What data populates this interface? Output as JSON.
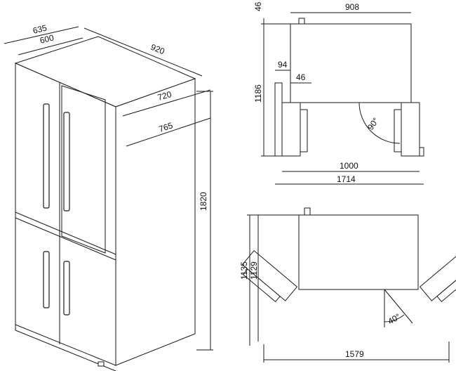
{
  "diagram": {
    "iso_view": {
      "depth_635": "635",
      "depth_600": "600",
      "width_920": "920",
      "width_720": "720",
      "width_765": "765",
      "height_1820": "1820"
    },
    "top_view": {
      "offset_46_top": "46",
      "width_908": "908",
      "depth_1186": "1186",
      "door_94": "94",
      "door_46": "46",
      "angle_90": "90°",
      "opening_1000": "1000",
      "total_1714": "1714"
    },
    "bottom_view": {
      "depth_1135": "1135",
      "depth_1129": "1129",
      "angle_40": "40°",
      "total_1579": "1579"
    }
  }
}
